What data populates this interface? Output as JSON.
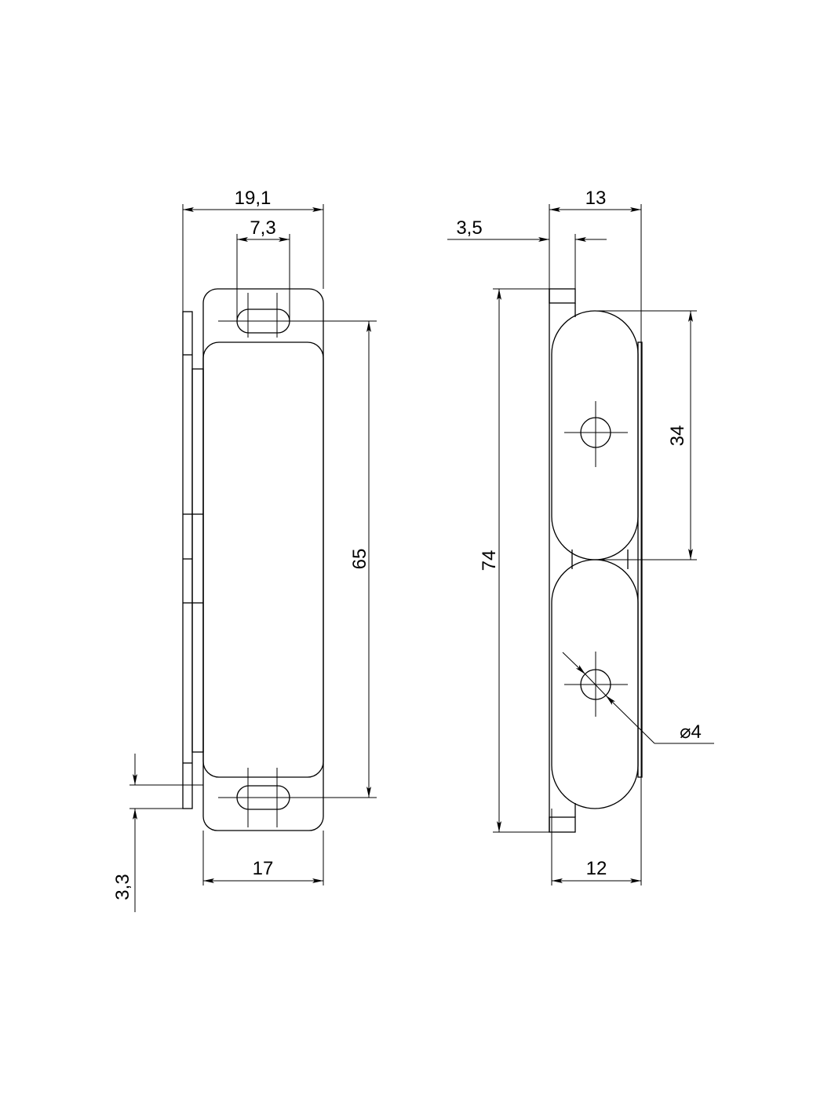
{
  "drawing": {
    "front_view": {
      "dim_overall_width": "19,1",
      "dim_slot_width": "7,3",
      "dim_hole_spacing": "65",
      "dim_body_width": "17",
      "dim_slot_height": "3,3"
    },
    "side_view": {
      "dim_overall_depth": "13",
      "dim_plate_thickness": "3,5",
      "dim_overall_height": "74",
      "dim_hole_spacing": "34",
      "dim_body_depth": "12",
      "dim_hole_diameter": "⌀4"
    },
    "colors": {
      "line": "#000000",
      "background": "#ffffff"
    }
  }
}
